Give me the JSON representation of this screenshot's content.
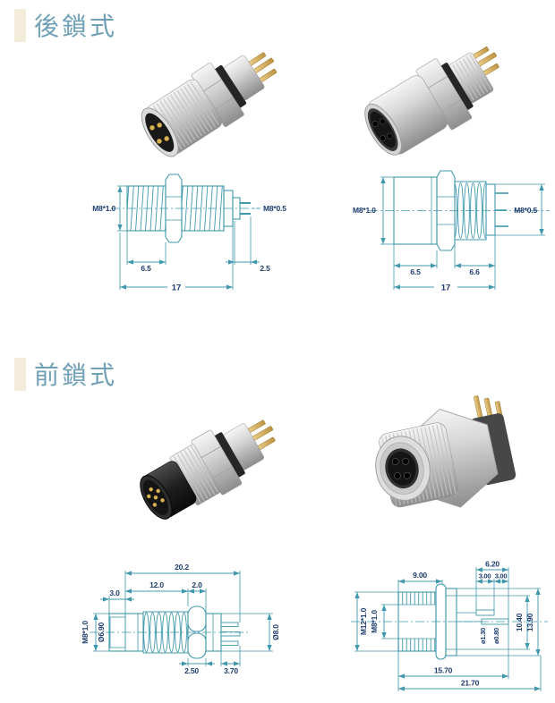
{
  "page": {
    "background": "#ffffff"
  },
  "colors": {
    "section_title": "#6fa0b6",
    "section_accent": "#f3ecdb",
    "drawing_line": "#3f98ab",
    "dimension_text": "#1d3c6e",
    "pin_gold": "#d8b254"
  },
  "sections": {
    "rear": {
      "title": "後鎖式"
    },
    "front": {
      "title": "前鎖式"
    }
  },
  "drawings": {
    "rear_male": {
      "thread_left": "M8*1.0",
      "thread_right": "M8*0.5",
      "dim_thread_len": "6.5",
      "dim_tail_len": "2.5",
      "dim_total_len": "17"
    },
    "rear_female": {
      "thread_left": "M8*1.0",
      "thread_right": "M8*0.5",
      "dim_body_len": "6.5",
      "dim_thread_len": "6.6",
      "dim_total_len": "17"
    },
    "front_male": {
      "dim_total_len": "20.2",
      "dim_thread_len": "12.0",
      "dim_hex_len": "2.0",
      "dim_tip_len": "3.0",
      "thread": "M8*1.0",
      "dia_tip": "Ø6.90",
      "dia_body": "Ø8.0",
      "dim_hex_width": "2.50",
      "dim_pin_len": "3.70"
    },
    "front_female": {
      "dim_thread_len": "9.00",
      "dim_pins_len": "6.20",
      "dim_pin_a": "3.00",
      "dim_pin_b": "3.00",
      "thread_outer": "M12*1.0",
      "thread_inner": "M8*1.0",
      "dia_pin_a": "ø1.30",
      "dia_pin_b": "ø0.80",
      "dim_height_inner": "10.40",
      "dim_height_outer": "13.90",
      "dim_body_len": "15.70",
      "dim_total_len": "21.70"
    }
  }
}
